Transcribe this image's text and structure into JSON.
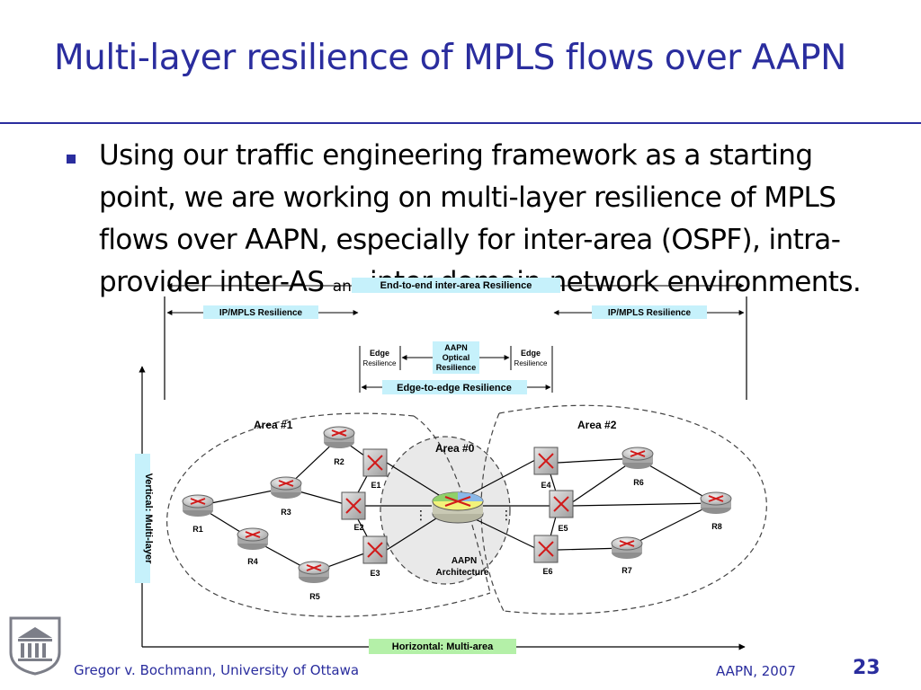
{
  "slide": {
    "title": "Multi-layer resilience of MPLS flows over AAPN",
    "bullet": {
      "main": "Using our traffic engineering framework as a starting point, we  are working on multi-layer resilience of MPLS flows  over  AAPN, especially for inter-area (OSPF), intra-provider inter-AS",
      "small": "and",
      "tail": "inter-domain network environments."
    },
    "footer": {
      "author": "Gregor v. Bochmann, University of Ottawa",
      "event": "AAPN, 2007",
      "page": "23"
    }
  },
  "diagram": {
    "labels": {
      "end_to_end": "End-to-end inter-area Resilience",
      "ip_mpls_left": "IP/MPLS Resilience",
      "ip_mpls_right": "IP/MPLS Resilience",
      "edge_left_1": "Edge",
      "edge_left_2": "Resilience",
      "edge_right_1": "Edge",
      "edge_right_2": "Resilience",
      "aapn_opt_1": "AAPN",
      "aapn_opt_2": "Optical",
      "aapn_opt_3": "Resilience",
      "edge_to_edge": "Edge-to-edge Resilience",
      "vertical": "Vertical: Multi-layer",
      "horizontal": "Horizontal: Multi-area",
      "area1": "Area #1",
      "area2": "Area #2",
      "area0": "Area #0",
      "aapn_arch_1": "AAPN",
      "aapn_arch_2": "Architecture",
      "dots_left": "⋮",
      "dots_right": "⋮"
    },
    "nodes": {
      "R1": "R1",
      "R2": "R2",
      "R3": "R3",
      "R4": "R4",
      "R5": "R5",
      "R6": "R6",
      "R7": "R7",
      "R8": "R8",
      "E1": "E1",
      "E2": "E2",
      "E3": "E3",
      "E4": "E4",
      "E5": "E5",
      "E6": "E6"
    },
    "colors": {
      "label_bg": "#c6f1fb",
      "horizontal_bg": "#b4f0a8",
      "router_fill": "#c0c0c0",
      "router_x": "#d11a1a",
      "area0_fill": "#e9e9e9"
    }
  }
}
